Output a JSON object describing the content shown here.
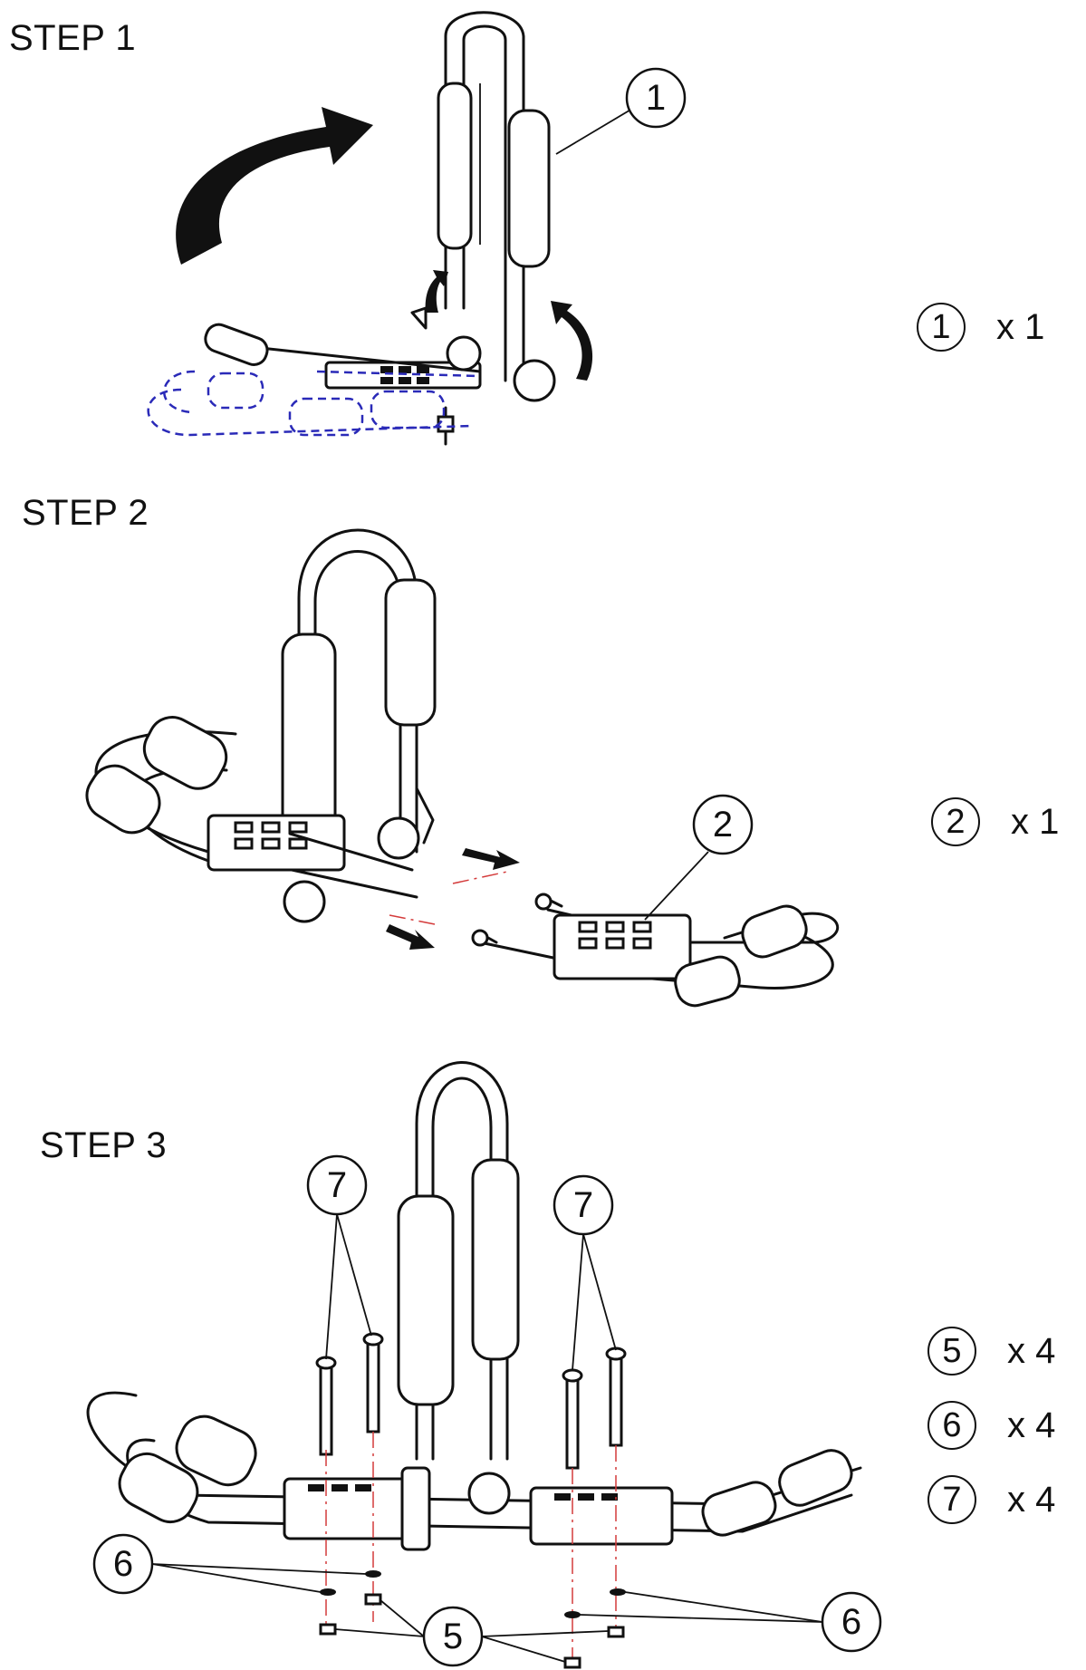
{
  "steps": [
    {
      "title": "STEP 1",
      "parts": [
        {
          "callout": "1",
          "qty": "x 1"
        }
      ],
      "callouts": [
        "1"
      ]
    },
    {
      "title": "STEP 2",
      "parts": [
        {
          "callout": "2",
          "qty": "x 1"
        }
      ],
      "callouts": [
        "2"
      ]
    },
    {
      "title": "STEP 3",
      "parts": [
        {
          "callout": "5",
          "qty": "x 4"
        },
        {
          "callout": "6",
          "qty": "x 4"
        },
        {
          "callout": "7",
          "qty": "x 4"
        }
      ],
      "callouts": [
        "7",
        "7",
        "6",
        "5",
        "6"
      ]
    }
  ],
  "colors": {
    "line": "#111111",
    "hidden_outline": "#2a2ab8",
    "center_line": "#d43b3b"
  }
}
